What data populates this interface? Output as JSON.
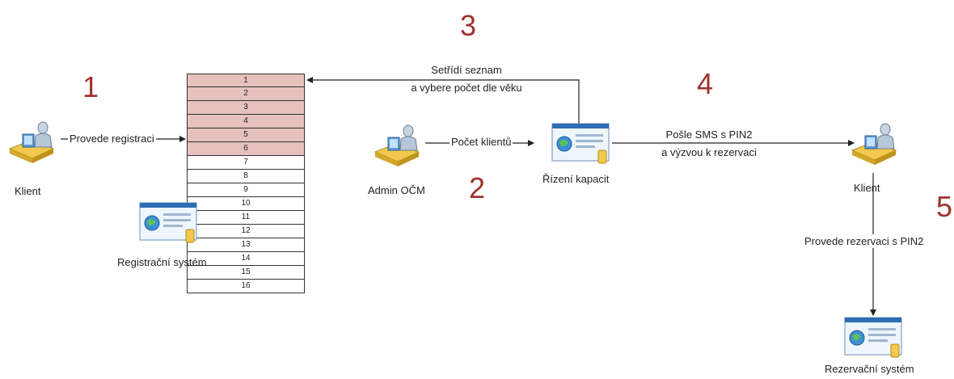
{
  "steps": [
    "1",
    "2",
    "3",
    "4",
    "5"
  ],
  "nodes": {
    "client_left": "Klient",
    "registration_system": "Registrační systém",
    "admin": "Admin OČM",
    "capacity_mgmt": "Řízení kapacit",
    "client_right": "Klient",
    "reservation_system": "Rezervační systém"
  },
  "edges": {
    "register": "Provede registraci",
    "count": "Počet klientů",
    "sort_line1": "Setřídí seznam",
    "sort_line2": "a vybere počet dle věku",
    "sms_line1": "Pošle SMS s PIN2",
    "sms_line2": "a výzvou k rezervaci",
    "reserve": "Provede rezervaci s PIN2"
  },
  "queue": {
    "rows": [
      "1",
      "2",
      "3",
      "4",
      "5",
      "6",
      "7",
      "8",
      "9",
      "10",
      "11",
      "12",
      "13",
      "14",
      "15",
      "16"
    ],
    "selected_count": 6,
    "highlight_color": "#e6c1bd"
  },
  "colors": {
    "step_number": "#a0332e",
    "line": "#222222"
  },
  "icons": {
    "user": "user-at-computer-icon",
    "system": "web-application-window-icon"
  }
}
